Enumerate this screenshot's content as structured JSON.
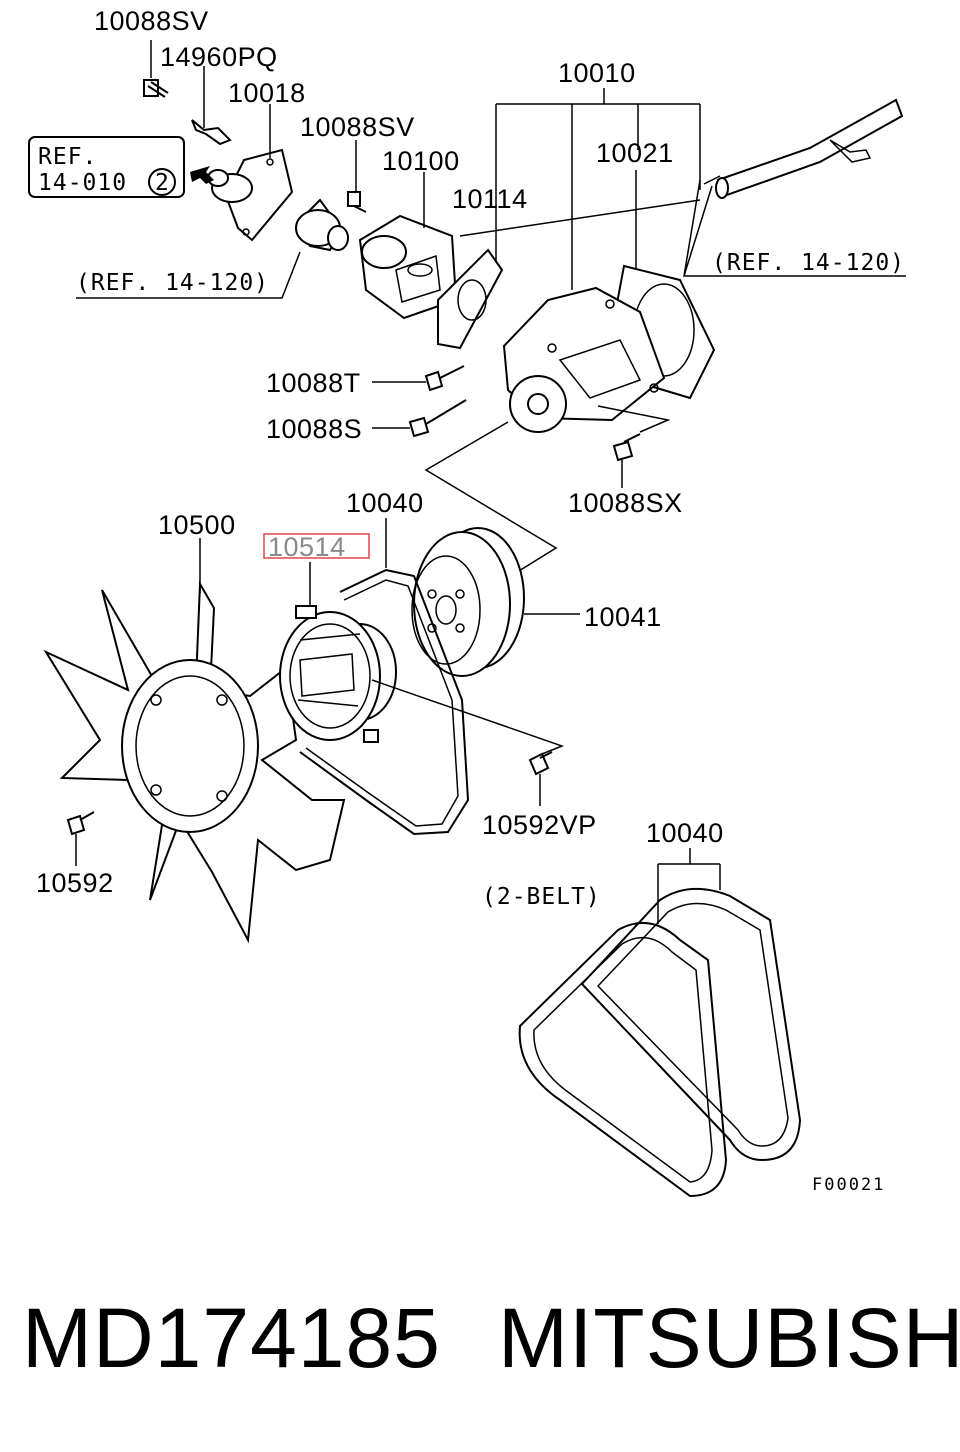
{
  "labels": {
    "l10088sv_a": "10088SV",
    "l14960pq": "14960PQ",
    "l10018": "10018",
    "l10088sv_b": "10088SV",
    "l10100": "10100",
    "l10010": "10010",
    "l10021": "10021",
    "l10114": "10114",
    "l10088t": "10088T",
    "l10088s": "10088S",
    "l10088sx": "10088SX",
    "l10500": "10500",
    "l10514": "10514",
    "l10040_a": "10040",
    "l10041": "10041",
    "l10592vp": "10592VP",
    "l10592": "10592",
    "l10040_b": "10040"
  },
  "refs": {
    "ref_box_line1": "REF.",
    "ref_box_line2": "14-010",
    "ref_box_circle": "2",
    "ref_left": "(REF. 14-120)",
    "ref_right": "(REF. 14-120)",
    "two_belt": "(2-BELT)"
  },
  "figure_code": "F00021",
  "footer": {
    "part_number": "MD174185",
    "brand": "MITSUBISHI"
  },
  "highlight_color": "#e0474c"
}
